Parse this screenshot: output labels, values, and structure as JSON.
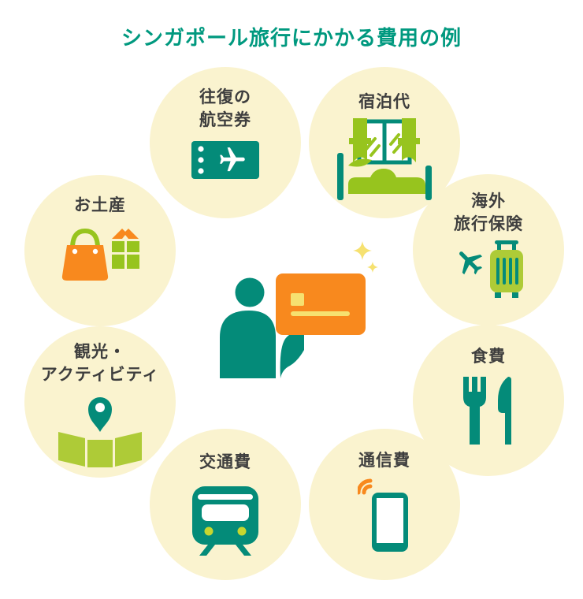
{
  "title": "シンガポール旅行にかかる費用の例",
  "palette": {
    "title_teal": "#00997f",
    "teal": "#048b79",
    "orange": "#f8891e",
    "lime": "#97c41e",
    "lime_olive": "#aecb37",
    "circle_bg": "#faf3cf",
    "accent_yellow": "#f6e170",
    "label_text": "#3e3e3e"
  },
  "center": {
    "illustration": "person-holding-credit-card",
    "elements": [
      "person-icon",
      "credit-card-icon",
      "sparkle-icon"
    ]
  },
  "items": [
    {
      "id": "roundtrip-airfare",
      "label_lines": [
        "往復の",
        "航空券"
      ],
      "icon": "ticket-airplane-icon"
    },
    {
      "id": "accommodation",
      "label_lines": [
        "宿泊代"
      ],
      "icon": "bed-icon"
    },
    {
      "id": "souvenirs",
      "label_lines": [
        "お土産"
      ],
      "icon": "shopping-bag-gift-icon"
    },
    {
      "id": "overseas-travel-insurance",
      "label_lines": [
        "海外",
        "旅行保険"
      ],
      "icon": "airplane-suitcase-icon"
    },
    {
      "id": "sightseeing-activities",
      "label_lines": [
        "観光・",
        "アクティビティ"
      ],
      "icon": "map-pin-icon"
    },
    {
      "id": "food",
      "label_lines": [
        "食費"
      ],
      "icon": "fork-knife-icon"
    },
    {
      "id": "transportation",
      "label_lines": [
        "交通費"
      ],
      "icon": "train-icon"
    },
    {
      "id": "communication",
      "label_lines": [
        "通信費"
      ],
      "icon": "smartphone-icon"
    }
  ]
}
